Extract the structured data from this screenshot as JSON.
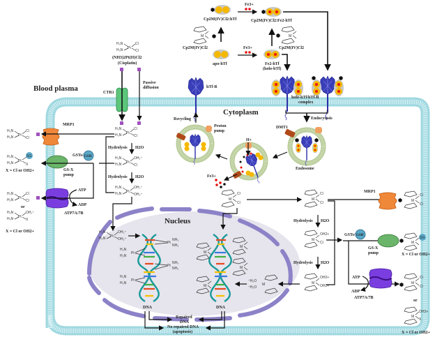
{
  "regions": {
    "blood_plasma": "Blood plasma",
    "cytoplasm": "Cytoplasm",
    "nucleus": "Nucleus"
  },
  "cisplatin": {
    "formula": "(NH3)2Pt(II)Cl2",
    "name": "(Cisplatin)",
    "ligands": [
      "H3N",
      "H3N",
      "Cl",
      "Cl"
    ],
    "metal": "Pt"
  },
  "transporters": {
    "ctr1": "CTR1",
    "passive": "Passive diffusion",
    "passive_line1": "Passive",
    "passive_line2": "diffusion",
    "mrp1_left": "MRP1",
    "mrp1_right": "MRP1",
    "gsx_left_line1": "GS-X",
    "gsx_left_line2": "pump",
    "gsx_right_line1": "GS-X",
    "gsx_right_line2": "pump",
    "atp7_left": "ATP7A/7B",
    "atp7_right": "ATP7A/7B",
    "atp": "ATP",
    "adp": "ADP",
    "gst": "GSTs/",
    "gsh": "GSH",
    "sg": "SG"
  },
  "hydrolysis": {
    "label": "Hydrolysis",
    "water": "H2O",
    "water_main": "H",
    "water_sub": "2",
    "water_tail": "O"
  },
  "pt_species": {
    "oh2": "OH2+",
    "cl": "Cl",
    "x": "X",
    "or": "or",
    "x_def": "X = Cl or OH2+"
  },
  "transferrin": {
    "cp_complex": "Cp2M(IV)Cl2:hTf",
    "cp_fe_complex": "Cp2M(IV)Cl2:Fe2-hTf",
    "cp2m_left": "Cp2M(IV)Cl2",
    "cp2m_right": "Cp2M(IV)Cl2",
    "apo": "apo-hTf",
    "fe2_line1": "Fe2-hTf",
    "fe2_line2": "(holo-hTf)",
    "fe3_top": "Fe3+",
    "fe3_mid": "Fe3+",
    "fe3_endo": "Fe3+",
    "htfr": "hTf-R",
    "holo_complex_line1": "holo-hTf/hTf-R",
    "holo_complex_line2": "complex",
    "endocytosis": "Endocytosis",
    "dmt1": "DMT1",
    "endosome": "Endosome",
    "recycling": "Recycling",
    "proton_line1": "Proton",
    "proton_line2": "pump",
    "h_plus": "H+"
  },
  "metallocene": {
    "metal": "M",
    "cl": "Cl",
    "oh2": "OH2+",
    "h2o": "+H2O"
  },
  "dna": {
    "left": "DNA",
    "right": "DNA",
    "repaired_line1": "Repaired",
    "repaired_line2": "DNA",
    "no_repair_line1": "No repaired DNA",
    "no_repair_line2": "(apoptosis)",
    "nh3": "NH3"
  },
  "colors": {
    "membrane": "#9fd8e0",
    "membrane_dark": "#6fc0cc",
    "nucleus_fill": "#e6e4ec",
    "nuclear_envelope": "#8c82c8",
    "ctr1": "#5cc67a",
    "mrp1": "#f0883a",
    "gsx": "#6ab56a",
    "atp7": "#7a3ee0",
    "gsh": "#5aa8c8",
    "cisplatin_square": "#a050c0",
    "transferrin": "#f5b800",
    "iron": "#e81010",
    "receptor": "#2a2ea8",
    "endosome": "#b8cc98",
    "dna_backbone": "#1a9a9a"
  }
}
